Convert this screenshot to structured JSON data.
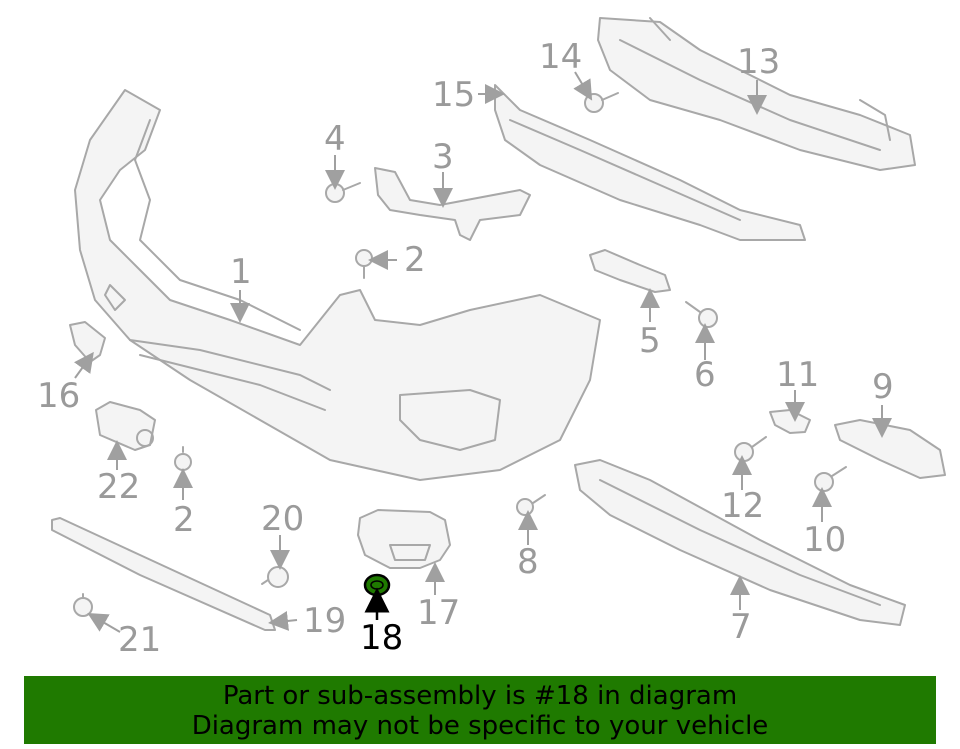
{
  "callouts": {
    "c1": "1",
    "c2a": "2",
    "c2b": "2",
    "c3": "3",
    "c4": "4",
    "c5": "5",
    "c6": "6",
    "c7": "7",
    "c8": "8",
    "c9": "9",
    "c10": "10",
    "c11": "11",
    "c12": "12",
    "c13": "13",
    "c14": "14",
    "c15": "15",
    "c16": "16",
    "c17": "17",
    "c18": "18",
    "c19": "19",
    "c20": "20",
    "c21": "21",
    "c22": "22"
  },
  "highlight": {
    "part_number": "18",
    "color": "#1f7a00"
  },
  "banner": {
    "line1": "Part or sub-assembly is #18 in diagram",
    "line2": "Diagram may not be specific to your vehicle",
    "background": "#1f7a00"
  }
}
